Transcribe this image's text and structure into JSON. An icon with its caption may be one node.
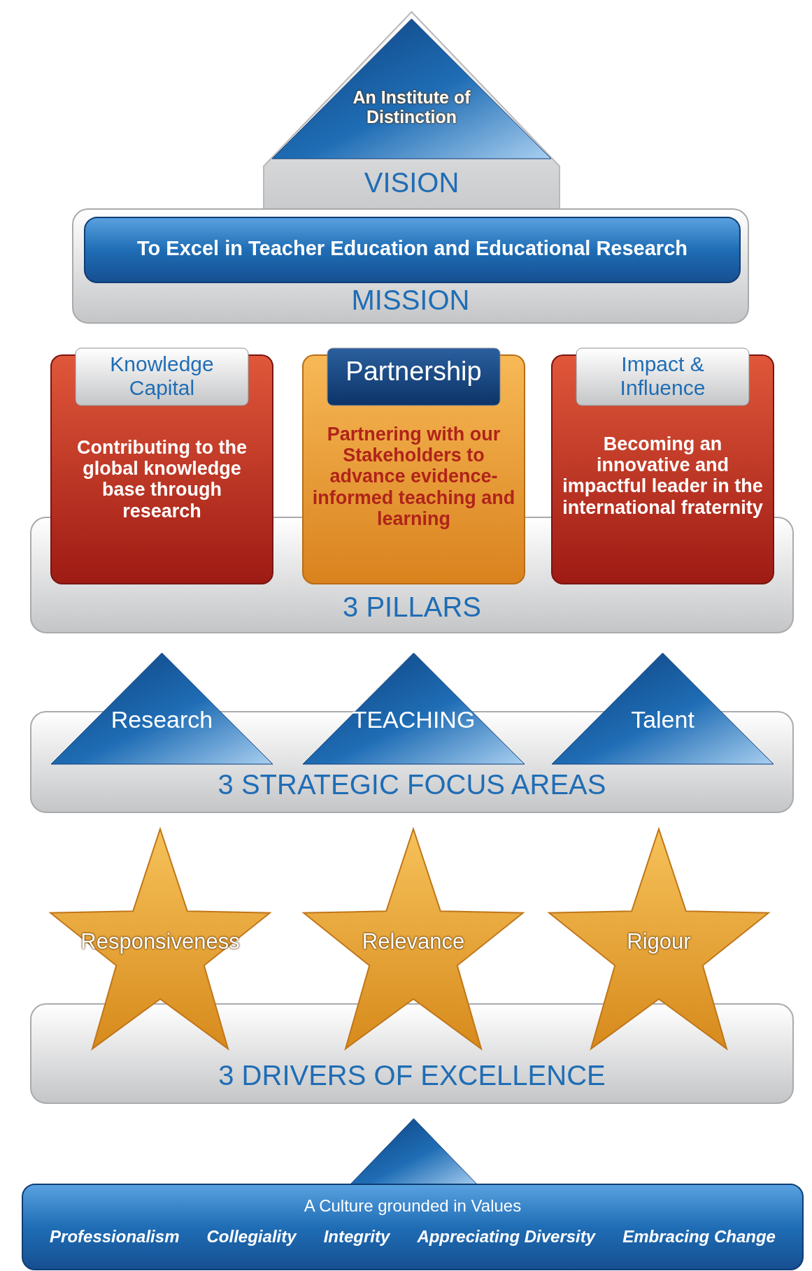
{
  "diagram": {
    "nodes": [
      {
        "text": [
          "VISION"
        ]
      },
      {
        "text": [
          "An Institute of Distinction"
        ],
        "in": 0
      },
      {
        "text": [
          "MISSION"
        ]
      },
      {
        "text": [
          "To Excel in Teacher Education and Educational Research"
        ],
        "in": 2
      },
      {
        "text": [
          "3 PILLARS"
        ]
      },
      {
        "text": [
          "Knowledge Capital",
          "Contributing to the global knowledge base through research"
        ]
      },
      {
        "text": [
          "Partnership",
          "Partnering with our Stakeholders to advance evidence-informed teaching and learning"
        ]
      },
      {
        "text": [
          "Impact & Influence",
          "Becoming an innovative and impactful leader in the international fraternity"
        ]
      },
      {
        "text": [
          "3 STRATEGIC FOCUS AREAS"
        ]
      },
      {
        "text": [
          "Research"
        ]
      },
      {
        "text": [
          "TEACHING"
        ]
      },
      {
        "text": [
          "Talent"
        ]
      },
      {
        "text": [
          "3 DRIVERS OF EXCELLENCE"
        ]
      },
      {
        "text": [
          "Responsiveness"
        ]
      },
      {
        "text": [
          "Relevance"
        ]
      },
      {
        "text": [
          "Rigour"
        ]
      },
      {
        "text": [],
        "shape": "triangle"
      },
      {
        "text": [
          "A Culture grounded in Values",
          "Professionalism",
          "Collegiality",
          "Integrity",
          "Appreciating Diversity",
          "Embracing Change"
        ]
      }
    ],
    "edges": []
  }
}
